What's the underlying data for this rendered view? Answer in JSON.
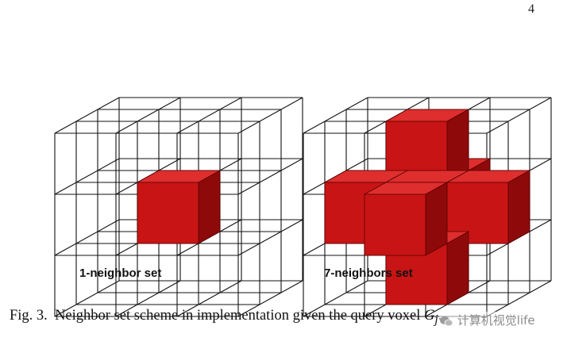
{
  "page_number": "4",
  "figure": {
    "panels": [
      {
        "label": "1-neighbor set"
      },
      {
        "label": "7-neighbors set"
      }
    ],
    "caption": {
      "prefix": "Fig. 3.",
      "text": "Neighbor set scheme in implementation given the query voxel",
      "symbol": "G",
      "subscript": "j",
      "trail": "."
    }
  },
  "watermark": {
    "text": "计算机视觉life",
    "icon": "wechat-icon"
  },
  "colors": {
    "cube_front": "#c81414",
    "cube_top": "#de2e2e",
    "cube_side": "#8e0a0a",
    "grid_line": "#111111"
  }
}
